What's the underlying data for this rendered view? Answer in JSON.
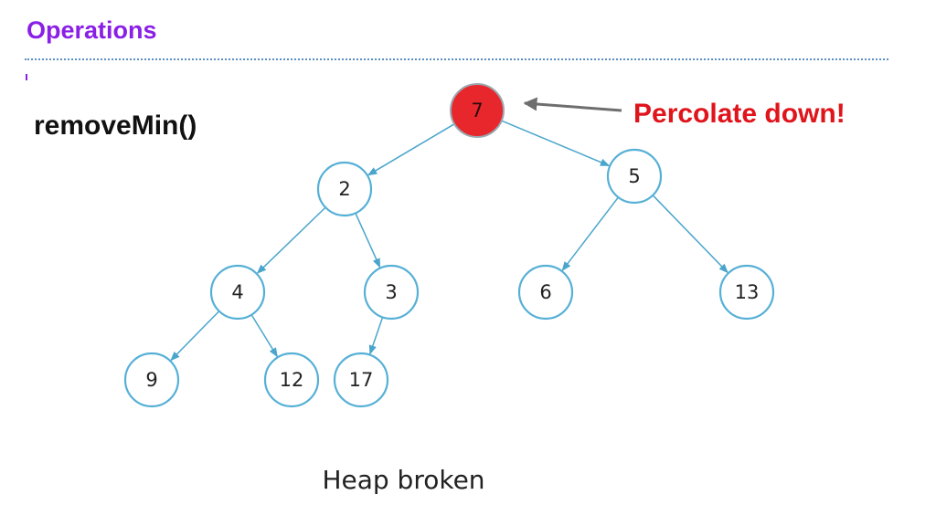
{
  "header": {
    "title": "Operations"
  },
  "operation": {
    "name": "removeMin()"
  },
  "callout": {
    "text": "Percolate down!"
  },
  "caption": {
    "text": "Heap broken"
  },
  "colors": {
    "title": "#8a1fe6",
    "callout": "#e0141b",
    "broken_node": "#e8272c",
    "node_border": "#56b0d6",
    "edge": "#4aa5cc"
  },
  "heap": {
    "nodes": [
      {
        "id": "root",
        "label": "7",
        "state": "broken"
      },
      {
        "id": "l",
        "label": "2",
        "state": "normal"
      },
      {
        "id": "r",
        "label": "5",
        "state": "normal"
      },
      {
        "id": "ll",
        "label": "4",
        "state": "normal"
      },
      {
        "id": "lr",
        "label": "3",
        "state": "normal"
      },
      {
        "id": "rl",
        "label": "6",
        "state": "normal"
      },
      {
        "id": "rr",
        "label": "13",
        "state": "normal"
      },
      {
        "id": "lll",
        "label": "9",
        "state": "normal"
      },
      {
        "id": "llr",
        "label": "12",
        "state": "normal"
      },
      {
        "id": "lrl",
        "label": "17",
        "state": "normal"
      }
    ],
    "edges": [
      [
        "root",
        "l"
      ],
      [
        "root",
        "r"
      ],
      [
        "l",
        "ll"
      ],
      [
        "l",
        "lr"
      ],
      [
        "r",
        "rl"
      ],
      [
        "r",
        "rr"
      ],
      [
        "ll",
        "lll"
      ],
      [
        "ll",
        "llr"
      ],
      [
        "lr",
        "lrl"
      ]
    ]
  }
}
